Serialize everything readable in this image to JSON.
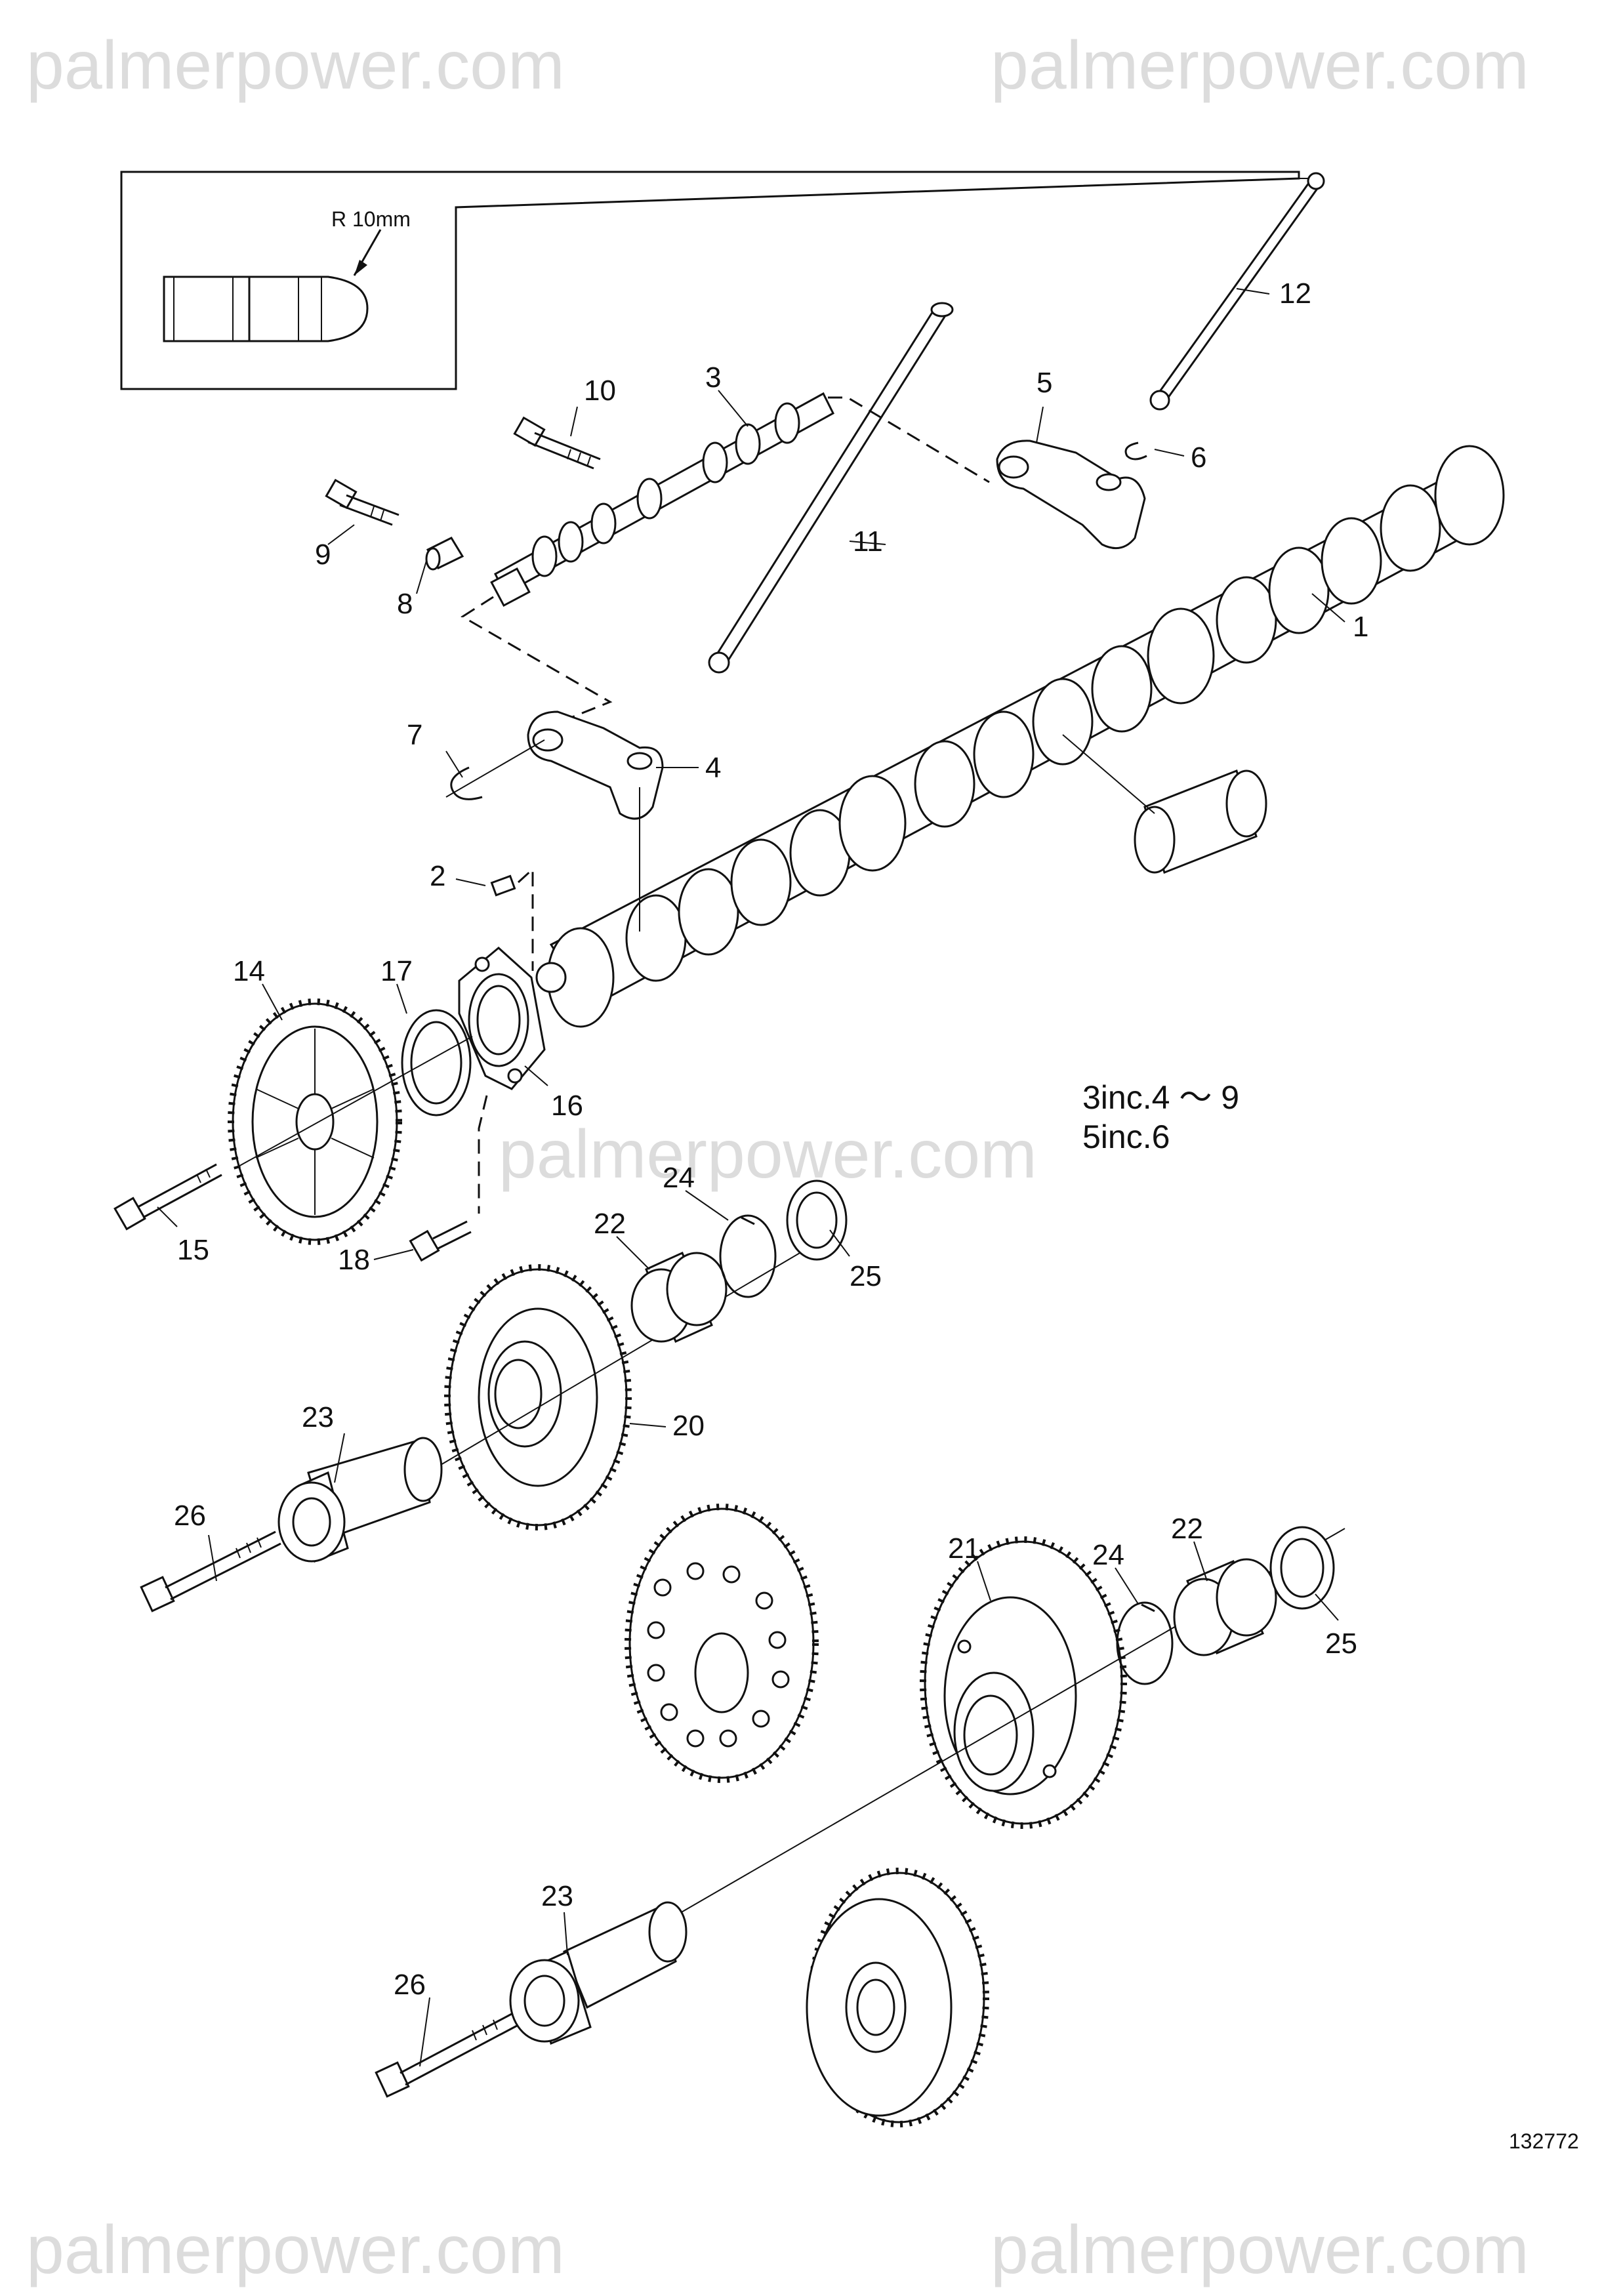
{
  "watermark": {
    "text": "palmerpower.com"
  },
  "detail_box": {
    "label": "R 10mm"
  },
  "callouts": {
    "c1": "1",
    "c2": "2",
    "c3": "3",
    "c4": "4",
    "c5": "5",
    "c6": "6",
    "c7": "7",
    "c8": "8",
    "c9": "9",
    "c10": "10",
    "c11": "11",
    "c12": "12",
    "c14": "14",
    "c15": "15",
    "c16": "16",
    "c17": "17",
    "c18": "18",
    "c20": "20",
    "c21": "21",
    "c22a": "22",
    "c22b": "22",
    "c23a": "23",
    "c23b": "23",
    "c24a": "24",
    "c24b": "24",
    "c25a": "25",
    "c25b": "25",
    "c26a": "26",
    "c26b": "26"
  },
  "notes": {
    "line1": "3inc.4 ～ 9",
    "line2": "5inc.6"
  },
  "figure_number": "132772"
}
